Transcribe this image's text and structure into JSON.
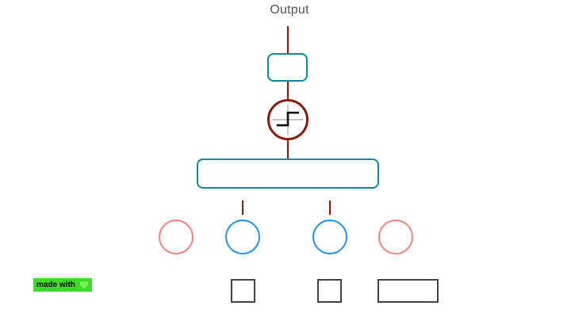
{
  "diagram": {
    "title_label": "Output",
    "colors": {
      "connector": "#8b1a0a",
      "teal_stroke": "#0b8b94",
      "dark_red_stroke": "#8b1a0a",
      "salmon_stroke": "#f98080",
      "blue_stroke": "#1e90ff",
      "gray_stroke": "#444444",
      "label_text": "#555555",
      "badge_background": "#3ddc28",
      "badge_heart": "#7ef05a"
    },
    "nodes": {
      "output_box": {
        "name": "output-block",
        "shape": "rounded-rectangle",
        "label": ""
      },
      "step_node": {
        "name": "step-function-node",
        "shape": "circle",
        "glyph": "step-function-icon",
        "label": ""
      },
      "wide_box": {
        "name": "layer-block",
        "shape": "rounded-rectangle",
        "label": ""
      },
      "circles": [
        {
          "name": "node-salmon-left",
          "color": "salmon",
          "label": ""
        },
        {
          "name": "node-blue-left",
          "color": "blue",
          "label": ""
        },
        {
          "name": "node-blue-right",
          "color": "blue",
          "label": ""
        },
        {
          "name": "node-salmon-right",
          "color": "salmon",
          "label": ""
        }
      ],
      "bottom_rects": [
        {
          "name": "input-square-left",
          "label": ""
        },
        {
          "name": "input-square-right",
          "label": ""
        },
        {
          "name": "input-rect-wide",
          "label": ""
        }
      ]
    },
    "connectors": [
      {
        "name": "connector-output-to-box"
      },
      {
        "name": "connector-box-to-step"
      },
      {
        "name": "connector-step-to-layer"
      },
      {
        "name": "connector-layer-to-blue-left"
      },
      {
        "name": "connector-layer-to-blue-right"
      }
    ]
  },
  "badge": {
    "text": "made with",
    "heart_icon": "heart-icon"
  }
}
